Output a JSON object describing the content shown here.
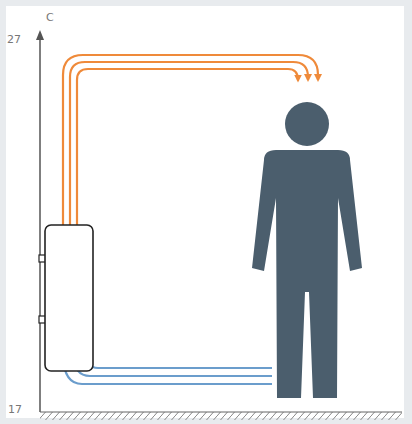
{
  "diagram": {
    "labels": [
      "C",
      "27",
      "17"
    ]
  }
}
